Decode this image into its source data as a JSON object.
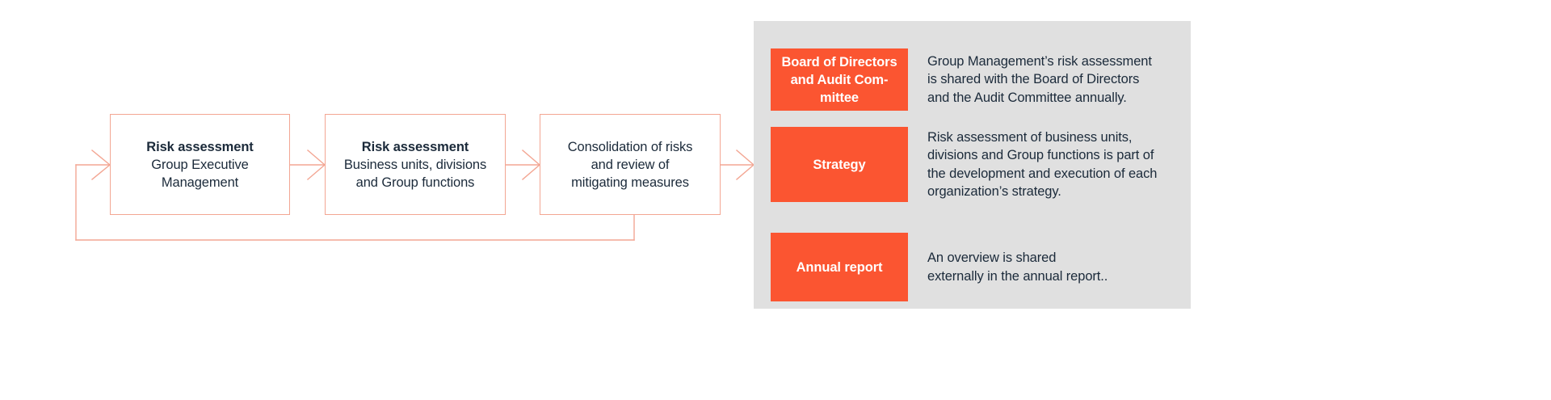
{
  "colors": {
    "accent_orange": "#FB5531",
    "connector_coral": "#F3A693",
    "panel_gray": "#E0E0E0",
    "text_navy": "#1B2A3A",
    "white": "#FFFFFF"
  },
  "flow": {
    "boxes": [
      {
        "id": "risk-assessment-gem",
        "title": "Risk assessment",
        "lines": [
          "Group Executive",
          "Management"
        ]
      },
      {
        "id": "risk-assessment-bu",
        "title": "Risk assessment",
        "lines": [
          "Business units, divisions",
          "and Group functions"
        ]
      },
      {
        "id": "consolidation",
        "title": "",
        "lines": [
          "Consolidation of risks",
          "and review of",
          "mitigating measures"
        ]
      }
    ],
    "connectors": [
      {
        "name": "arrow-into-box-1",
        "type": "chevron-arrow"
      },
      {
        "name": "arrow-box1-to-box2",
        "type": "chevron-arrow"
      },
      {
        "name": "arrow-box2-to-box3",
        "type": "chevron-arrow"
      },
      {
        "name": "arrow-box3-to-panel",
        "type": "chevron-arrow"
      },
      {
        "name": "feedback-loop",
        "type": "return-path"
      }
    ]
  },
  "panel": {
    "rows": [
      {
        "tag_lines": [
          "Board of Directors",
          "and Audit Com-",
          "mittee"
        ],
        "tag_plain": "Board of Directors and Audit Committee",
        "desc_lines": [
          "Group Management’s risk assessment",
          "is shared with the Board of Directors",
          "and the Audit Committee annually."
        ]
      },
      {
        "tag_lines": [
          "Strategy"
        ],
        "tag_plain": "Strategy",
        "desc_lines": [
          "Risk assessment of business units,",
          "divisions and Group functions is part of",
          "the development and execution of each",
          "organization’s strategy."
        ]
      },
      {
        "tag_lines": [
          "Annual report"
        ],
        "tag_plain": "Annual report",
        "desc_lines": [
          "An overview is shared",
          "externally in the annual report.."
        ]
      }
    ]
  }
}
